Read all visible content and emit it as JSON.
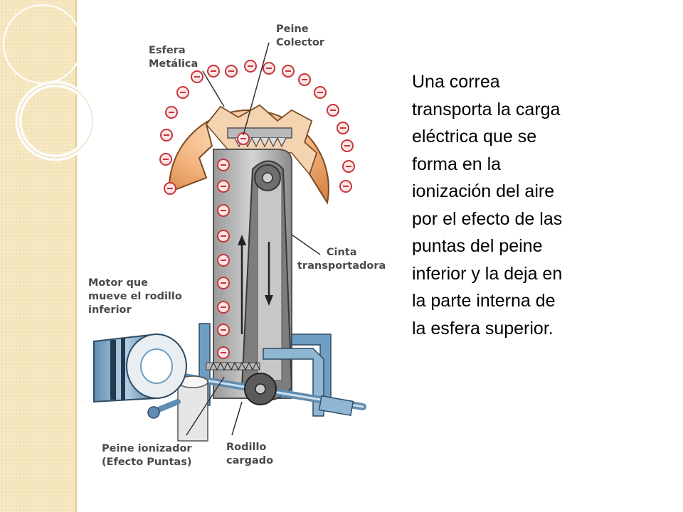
{
  "labels": {
    "sphere": "Esfera\nMetálica",
    "collector_comb": "Peine\nColector",
    "belt": "Cinta\ntransportadora",
    "motor": "Motor que\nmueve el rodillo\ninferior",
    "ionizer_comb": "Peine ionizador\n(Efecto Puntas)",
    "charged_roller": "Rodillo\ncargado"
  },
  "description": "Una correa transporta la carga eléctrica que se forma en la ionización del aire por el efecto de las puntas del peine inferior y la deja en la parte interna de la esfera superior.",
  "colors": {
    "stripe": "#f3e2b4",
    "sphere_orange": "#f0a46a",
    "charge_red": "#c8343a",
    "metal_blue": "#6f9ec2",
    "belt_gray": "#8a8a8a"
  }
}
